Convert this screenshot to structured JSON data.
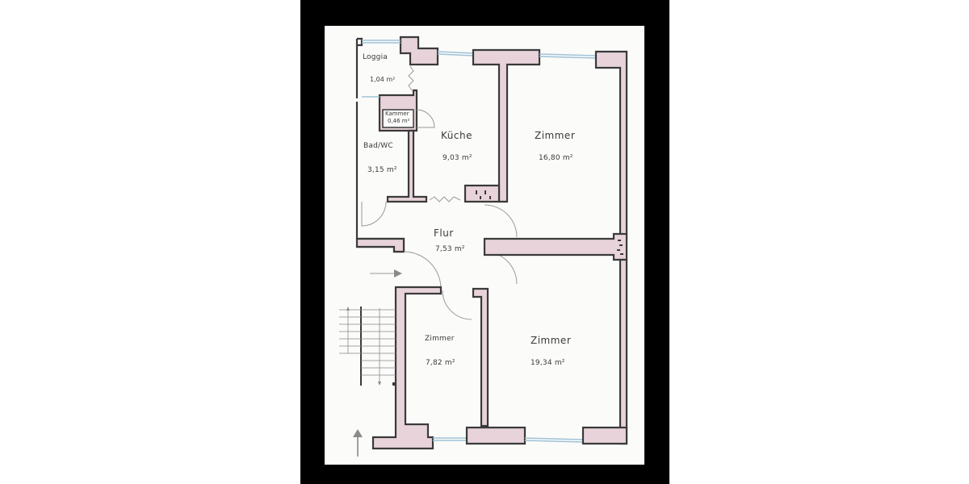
{
  "floor_plan": {
    "colors": {
      "background": "#ffffff",
      "frame": "#000000",
      "paper": "#fbfbfa",
      "wall_outline": "#3a3a3a",
      "wall_fill": "#e6cfd8",
      "window": "#9fc3d6",
      "door_arc": "#9a9a9a"
    },
    "rooms": [
      {
        "id": "loggia",
        "name": "Loggia",
        "area": "1,04 m²"
      },
      {
        "id": "kammer",
        "name": "Kammer",
        "area": "0,46 m²"
      },
      {
        "id": "bad-wc",
        "name": "Bad/WC",
        "area": "3,15 m²"
      },
      {
        "id": "kueche",
        "name": "Küche",
        "area": "9,03 m²"
      },
      {
        "id": "zimmer-1",
        "name": "Zimmer",
        "area": "16,80 m²"
      },
      {
        "id": "flur",
        "name": "Flur",
        "area": "7,53 m²"
      },
      {
        "id": "zimmer-2",
        "name": "Zimmer",
        "area": "7,82 m²"
      },
      {
        "id": "zimmer-3",
        "name": "Zimmer",
        "area": "19,34 m²"
      }
    ],
    "symbols": {
      "entrance_arrow": "arrow-right",
      "north_arrow": "arrow-up",
      "staircase": "stairs"
    }
  }
}
